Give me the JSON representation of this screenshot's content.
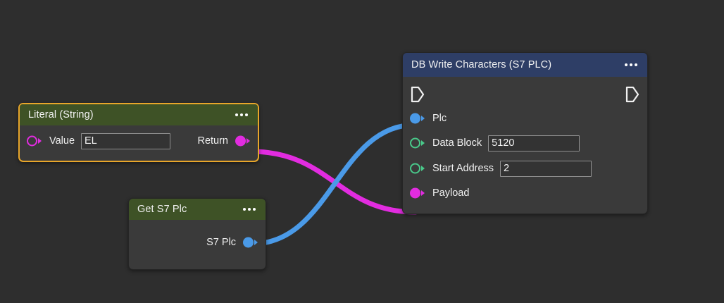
{
  "canvas": {
    "background": "#2e2e2e",
    "accent_selected": "#e8a62a"
  },
  "colors": {
    "magenta": "#e22ce0",
    "blue": "#4a9ae8",
    "green": "#49c98a",
    "header_green": "#3e5226",
    "header_blue": "#2e3e66",
    "node_body": "#3a3a3a"
  },
  "nodes": {
    "literal": {
      "title": "Literal (String)",
      "menu_icon": "ellipsis-icon",
      "selected": true,
      "input": {
        "pin_icon": "pin-hollow-magenta-icon",
        "label": "Value",
        "value": "EL"
      },
      "output": {
        "label": "Return",
        "pin_icon": "pin-filled-magenta-icon"
      }
    },
    "get_s7_plc": {
      "title": "Get S7 Plc",
      "menu_icon": "ellipsis-icon",
      "selected": false,
      "output": {
        "label": "S7 Plc",
        "pin_icon": "pin-filled-blue-icon"
      }
    },
    "db_write": {
      "title": "DB Write Characters (S7 PLC)",
      "menu_icon": "ellipsis-icon",
      "selected": false,
      "exec_in_icon": "exec-in-icon",
      "exec_out_icon": "exec-out-icon",
      "inputs": [
        {
          "label": "Plc",
          "pin_icon": "pin-filled-blue-icon",
          "value": null,
          "has_field": false
        },
        {
          "label": "Data Block",
          "pin_icon": "pin-hollow-green-icon",
          "value": "5120",
          "has_field": true
        },
        {
          "label": "Start Address",
          "pin_icon": "pin-hollow-green-icon",
          "value": "2",
          "has_field": true
        },
        {
          "label": "Payload",
          "pin_icon": "pin-filled-magenta-icon",
          "value": null,
          "has_field": false
        }
      ]
    }
  },
  "connections": [
    {
      "name": "return-to-payload",
      "from": "literal.Return",
      "to": "db_write.Payload",
      "color": "#e22ce0"
    },
    {
      "name": "s7plc-to-plc",
      "from": "get_s7_plc.S7 Plc",
      "to": "db_write.Plc",
      "color": "#4a9ae8"
    }
  ]
}
